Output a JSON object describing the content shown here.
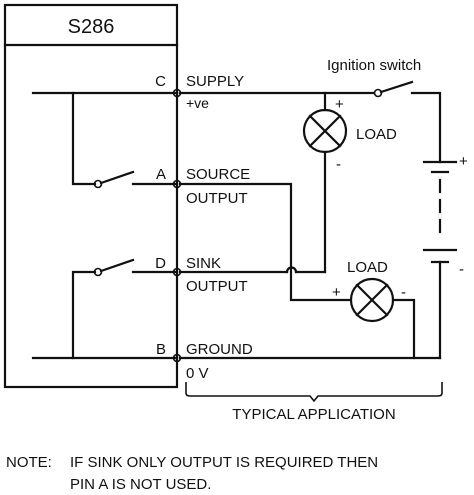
{
  "module": {
    "name": "S286"
  },
  "terminals": [
    {
      "pin": "C",
      "label_top": "SUPPLY",
      "label_bottom": "+ve"
    },
    {
      "pin": "A",
      "label_top": "SOURCE",
      "label_bottom": "OUTPUT"
    },
    {
      "pin": "D",
      "label_top": "SINK",
      "label_bottom": "OUTPUT"
    },
    {
      "pin": "B",
      "label_top": "GROUND",
      "label_bottom": "0 V"
    }
  ],
  "ignition_switch": {
    "label": "Ignition switch"
  },
  "loads": [
    {
      "label": "LOAD",
      "plus": "+",
      "minus": "-"
    },
    {
      "label": "LOAD",
      "plus": "+",
      "minus": "-"
    }
  ],
  "battery": {
    "plus": "+",
    "minus": "-"
  },
  "typical_application": {
    "label": "TYPICAL APPLICATION"
  },
  "note": {
    "prefix": "NOTE:",
    "line1": "IF SINK ONLY OUTPUT IS REQUIRED THEN",
    "line2": "PIN A IS NOT USED."
  },
  "colors": {
    "ink": "#111111",
    "background": "#ffffff"
  }
}
